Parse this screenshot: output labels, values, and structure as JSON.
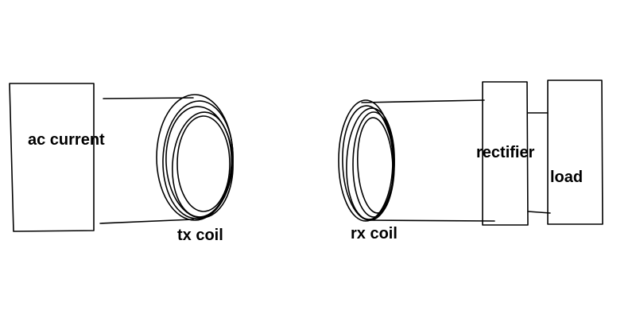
{
  "labels": {
    "source": "ac current",
    "tx_coil": "tx coil",
    "rx_coil": "rx coil",
    "rectifier": "rectifier",
    "load": "load"
  },
  "colors": {
    "stroke": "#000000",
    "background": "#ffffff"
  }
}
